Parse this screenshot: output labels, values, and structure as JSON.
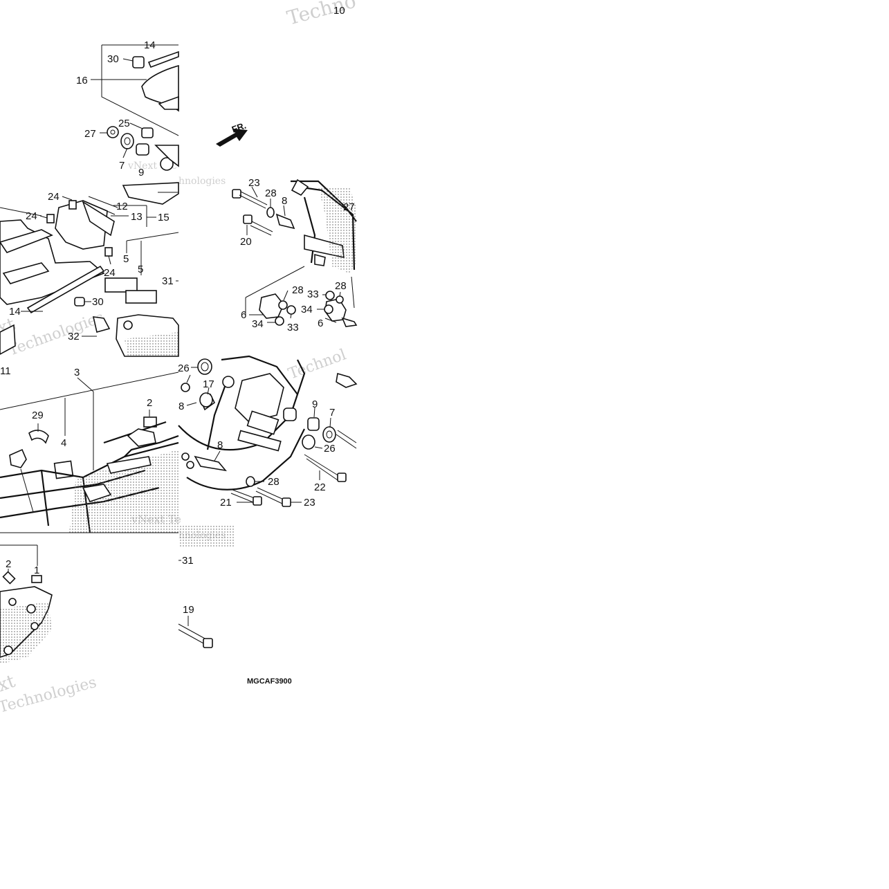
{
  "diagram": {
    "diagram_code": "MGCAF3900",
    "direction_marker": "FR.",
    "watermark_text": "vNext Technologies",
    "colors": {
      "ink": "#111111",
      "background": "#ffffff",
      "watermark": "#bfbfbf"
    },
    "callouts": {
      "c10": "10",
      "c14a": "14",
      "c30a": "30",
      "c16": "16",
      "c25": "25",
      "c27a": "27",
      "c7a": "7",
      "c9a": "9",
      "c24a": "24",
      "c12": "12",
      "c24b": "24",
      "c13": "13",
      "c15": "15",
      "c24c": "24",
      "c5a": "5",
      "c5b": "5",
      "c31a": "31",
      "c30b": "30",
      "c14b": "14",
      "c32": "32",
      "c23a": "23",
      "c28a": "28",
      "c8a": "8",
      "c27b": "27",
      "c20": "20",
      "c28b": "28",
      "c33a": "33",
      "c28c": "28",
      "c6a": "6",
      "c34a": "34",
      "c33b": "33",
      "c34b": "34",
      "c6b": "6",
      "c11": "11",
      "c3": "3",
      "c2a": "2",
      "c29": "29",
      "c4": "4",
      "c26a": "26",
      "c17": "17",
      "c8b": "8",
      "c9b": "9",
      "c7b": "7",
      "c26b": "26",
      "c8c": "8",
      "c28d": "28",
      "c22": "22",
      "c21": "21",
      "c23b": "23",
      "c2b": "2",
      "c1": "1",
      "c31b": "31",
      "c19": "19"
    }
  }
}
